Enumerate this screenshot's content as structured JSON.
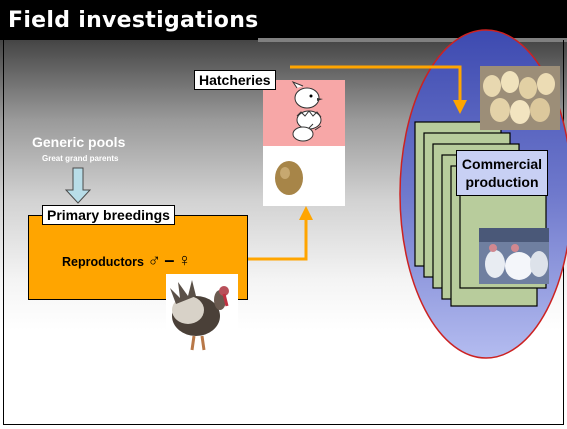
{
  "slide": {
    "title": "Field investigations",
    "generic_pools": "Generic pools",
    "great_grand_parents": "Great grand parents",
    "primary_breedings": "Primary breedings",
    "reproductors_label": "Reproductors",
    "male_symbol": "♂",
    "dash": "–",
    "female_symbol": "♀",
    "hatcheries": "Hatcheries",
    "commercial_line1": "Commercial",
    "commercial_line2": "production"
  },
  "colors": {
    "title_bar": "#000000",
    "flow_arrow": "#ffa500",
    "orange_box": "#ffa500",
    "ellipse_fill": "#6a74c8",
    "ellipse_stroke": "#cc2222",
    "stack_card": "#b8cc9c",
    "hatchery_bg": "#f7a7a7",
    "down_arrow": "#b8dde8"
  },
  "icons": [
    "chicks-hatching-image",
    "egg-image",
    "turkey-image",
    "chicks-photo",
    "turkeys-photo",
    "down-arrow-icon"
  ]
}
